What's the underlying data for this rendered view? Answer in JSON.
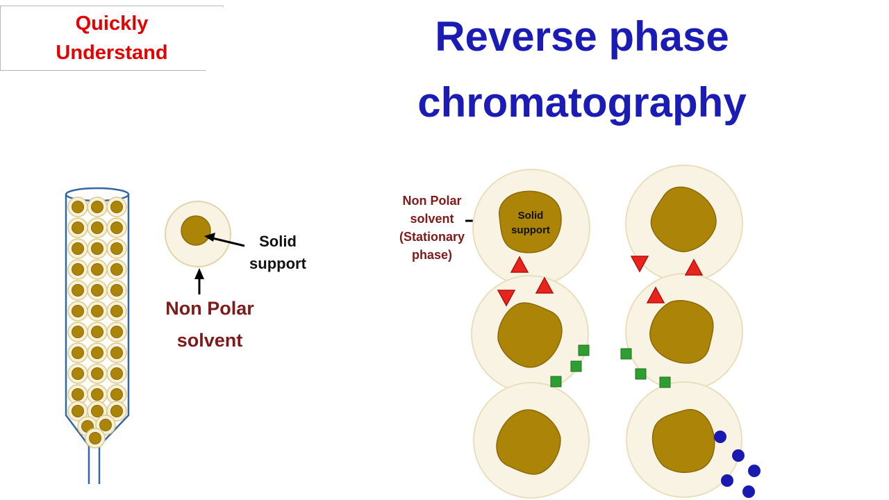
{
  "badge": {
    "line1": "Quickly",
    "line2": "Understand"
  },
  "title": {
    "line1": "Reverse phase",
    "line2": "chromatography"
  },
  "bead_detail": {
    "solid_support": {
      "line1": "Solid",
      "line2": "support"
    },
    "nonpolar_solvent": {
      "line1": "Non Polar",
      "line2": "solvent"
    }
  },
  "mechanism": {
    "stationary_phase": {
      "line1": "Non Polar",
      "line2": "solvent",
      "line3": "(Stationary",
      "line4": "phase)"
    },
    "solid_support": {
      "line1": "Solid",
      "line2": "support"
    }
  },
  "colors": {
    "title_blue": "#1b1bb5",
    "badge_red": "#e60000",
    "label_maroon": "#7e1a1a",
    "column_outline_blue": "#3465a4",
    "bead_cream": "#f8f3e3",
    "solid_support_olive": "#ab8408",
    "analyte_triangle_red": "#e8241c",
    "analyte_square_green": "#2e9e30",
    "analyte_dot_blue": "#1a1ab0"
  }
}
